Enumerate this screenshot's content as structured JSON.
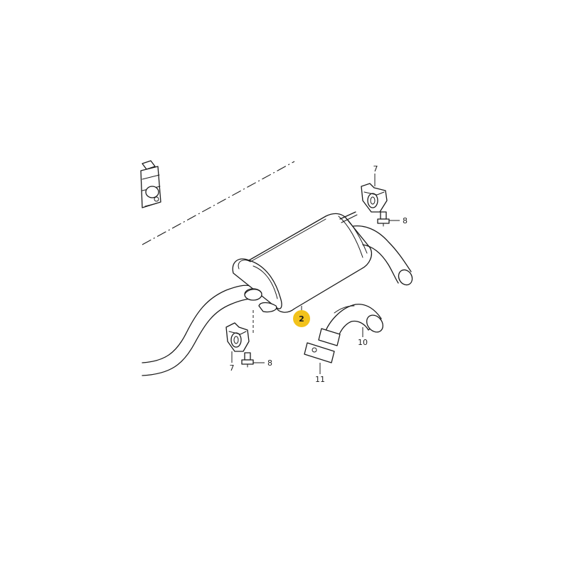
{
  "callouts": {
    "muffler": {
      "text": "2",
      "highlight_color": "#f2c21b"
    },
    "bracket_top": {
      "text": "7"
    },
    "bolt_top": {
      "text": "8"
    },
    "bracket_bottom": {
      "text": "7"
    },
    "bolt_bottom": {
      "text": "8"
    },
    "tailpipe": {
      "text": "10"
    },
    "clamp": {
      "text": "11"
    }
  },
  "colors": {
    "line": "#1a1a1a",
    "background": "#ffffff",
    "highlight": "#f2c21b"
  }
}
